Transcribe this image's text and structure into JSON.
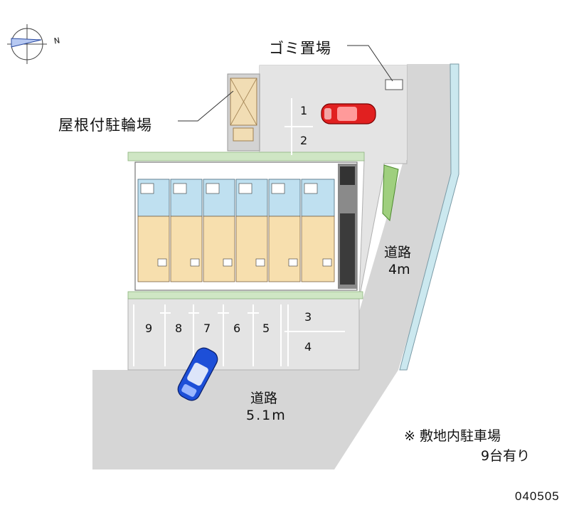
{
  "labels": {
    "garbage_area": "ゴミ置場",
    "bicycle_parking": "屋根付駐輪場",
    "east_road_name": "道路",
    "east_road_width": "4m",
    "south_road_name": "道路",
    "south_road_width": "5.1m",
    "note_line1": "※ 敷地内駐車場",
    "note_line2": "9台有り",
    "code": "040505"
  },
  "compass": {
    "north_label": "N"
  },
  "parking_spaces": {
    "north": [
      "1",
      "2"
    ],
    "east": [
      "3",
      "4"
    ],
    "south": [
      "5",
      "6",
      "7",
      "8",
      "9"
    ]
  },
  "colors": {
    "road": "#d6d6d6",
    "site_paving": "#e4e4e4",
    "green_strip": "#cfe6c4",
    "room_floor": "#f7dfae",
    "wet_area": "#bfe0f0",
    "parked_car_red": "#e12020",
    "road_car_blue": "#1d4fd8",
    "sidewalk": "#cbe8ef"
  }
}
